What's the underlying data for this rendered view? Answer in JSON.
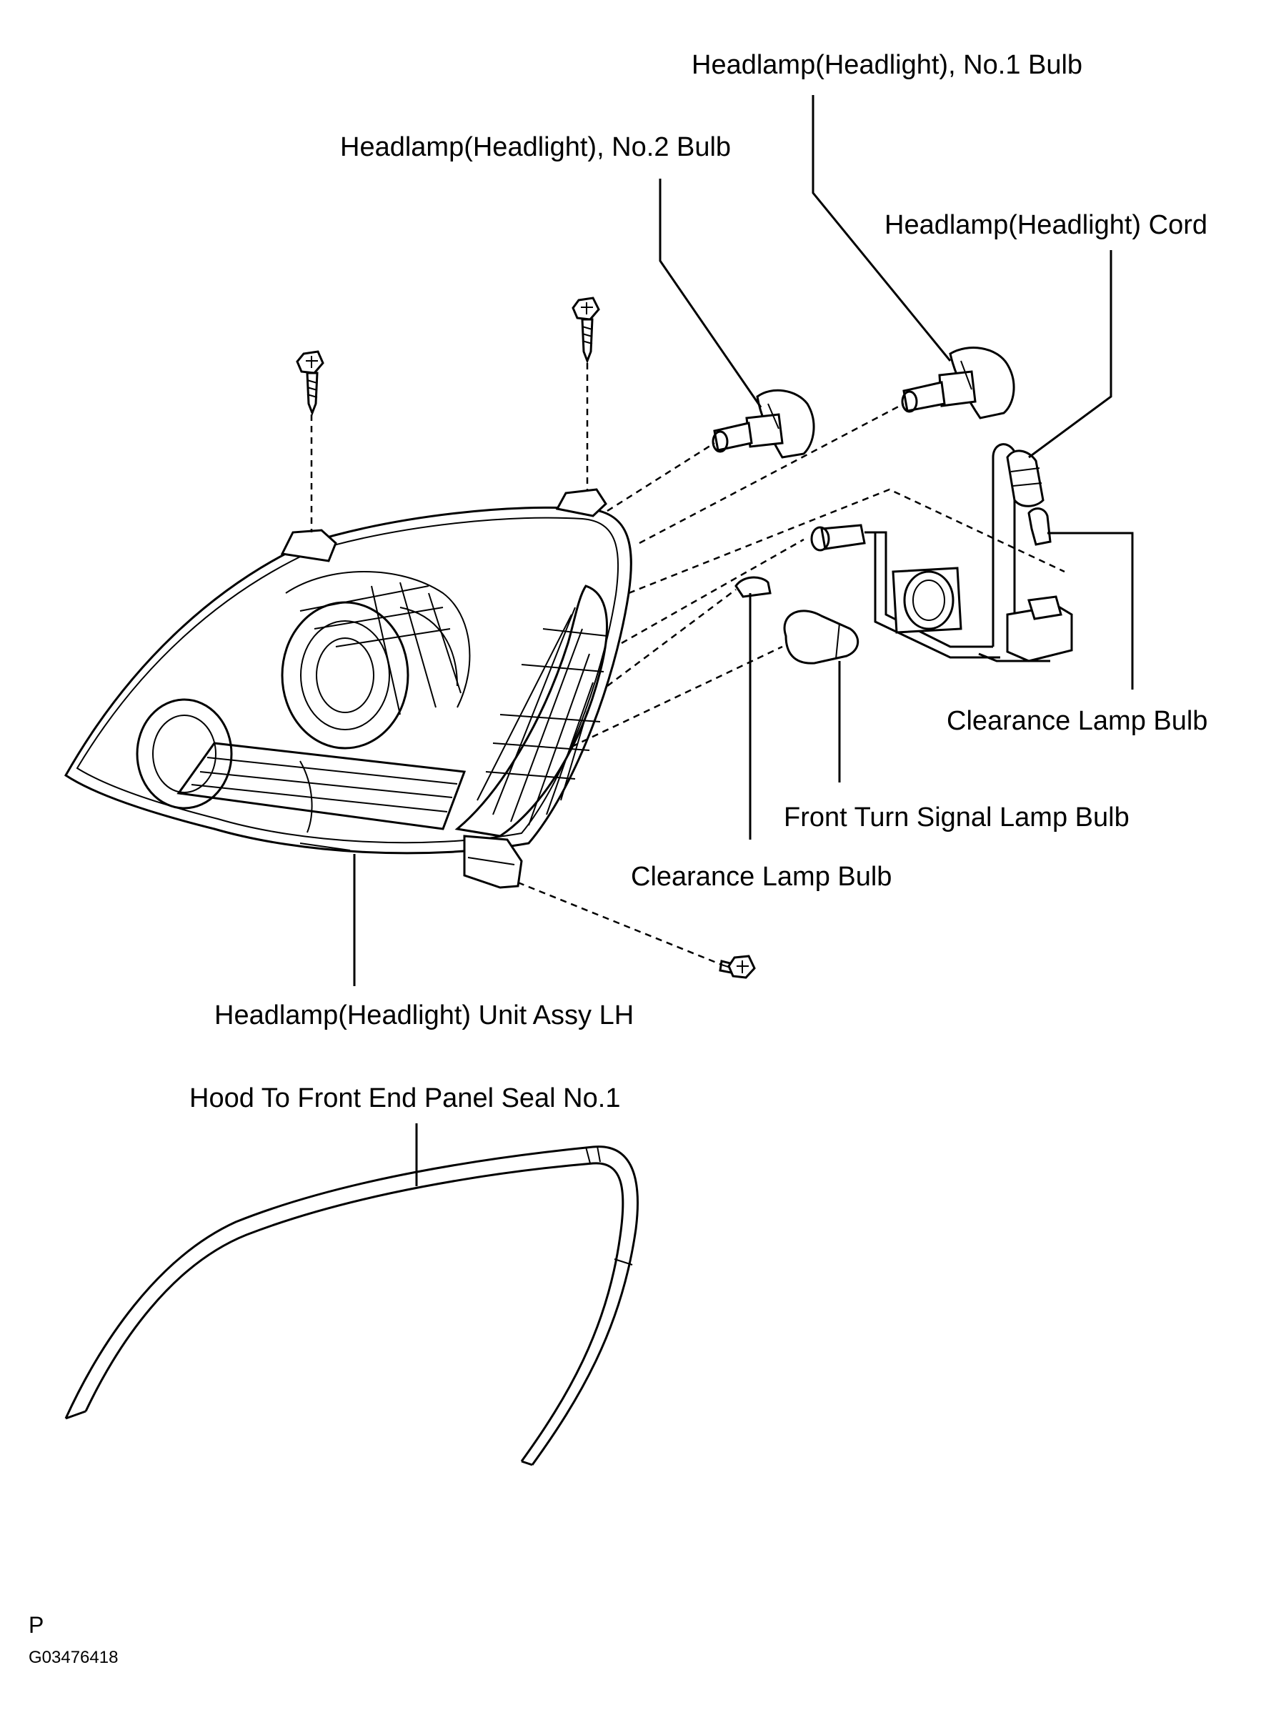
{
  "labels": {
    "no1_bulb": "Headlamp(Headlight), No.1 Bulb",
    "no2_bulb": "Headlamp(Headlight), No.2 Bulb",
    "cord": "Headlamp(Headlight) Cord",
    "clearance_right": "Clearance Lamp Bulb",
    "turn_signal": "Front Turn Signal Lamp Bulb",
    "clearance_left": "Clearance Lamp Bulb",
    "unit_assy": "Headlamp(Headlight) Unit Assy LH",
    "seal": "Hood To Front End Panel Seal No.1"
  },
  "footer": {
    "letter": "P",
    "figure_id": "G03476418"
  }
}
